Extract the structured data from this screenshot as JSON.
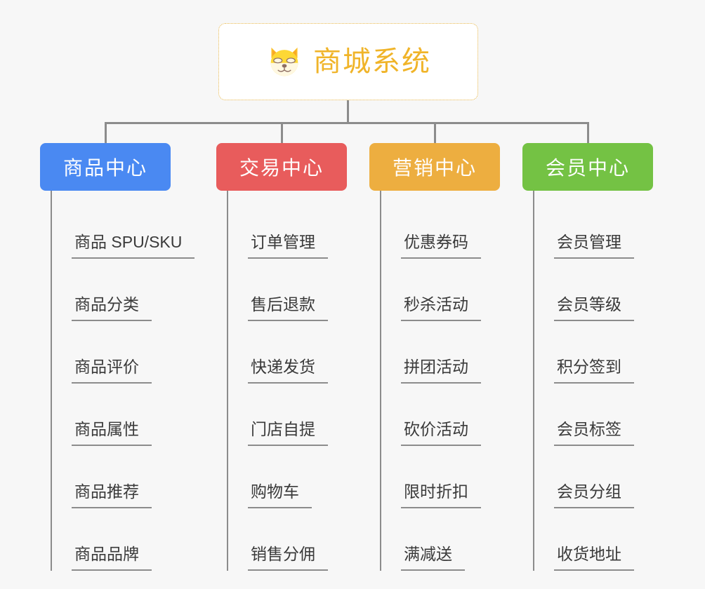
{
  "root": {
    "title": "商城系统",
    "icon": "shiba-dog-icon",
    "border_color": "#e8b84b",
    "text_color": "#f0b429"
  },
  "canvas": {
    "background": "#f7f7f7",
    "connector_color": "#8c8c8c"
  },
  "branches": [
    {
      "label": "商品中心",
      "color": "#4a89f2",
      "items": [
        "商品 SPU/SKU",
        "商品分类",
        "商品评价",
        "商品属性",
        "商品推荐",
        "商品品牌"
      ]
    },
    {
      "label": "交易中心",
      "color": "#e85c5c",
      "items": [
        "订单管理",
        "售后退款",
        "快递发货",
        "门店自提",
        "购物车",
        "销售分佣"
      ]
    },
    {
      "label": "营销中心",
      "color": "#edae40",
      "items": [
        "优惠券码",
        "秒杀活动",
        "拼团活动",
        "砍价活动",
        "限时折扣",
        "满减送"
      ]
    },
    {
      "label": "会员中心",
      "color": "#74c244",
      "items": [
        "会员管理",
        "会员等级",
        "积分签到",
        "会员标签",
        "会员分组",
        "收货地址"
      ]
    }
  ]
}
